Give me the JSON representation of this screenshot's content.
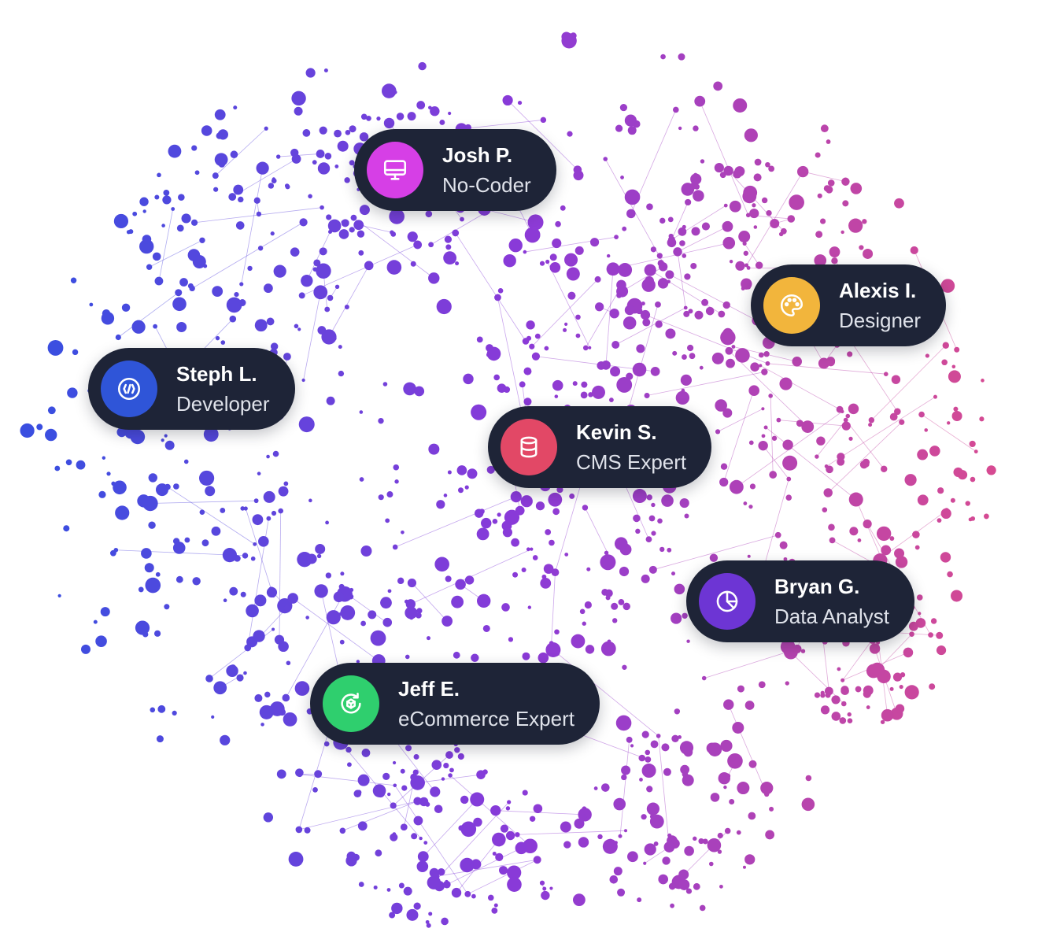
{
  "profiles": [
    {
      "name": "Josh P.",
      "role": "No-Coder",
      "icon": "monitor-icon",
      "color": "#d63fe6"
    },
    {
      "name": "Alexis I.",
      "role": "Designer",
      "icon": "palette-icon",
      "color": "#f2b53c"
    },
    {
      "name": "Steph L.",
      "role": "Developer",
      "icon": "code-icon",
      "color": "#2f55d8"
    },
    {
      "name": "Kevin S.",
      "role": "CMS Expert",
      "icon": "database-icon",
      "color": "#e24866"
    },
    {
      "name": "Bryan G.",
      "role": "Data Analyst",
      "icon": "pie-chart-icon",
      "color": "#6d35d4"
    },
    {
      "name": "Jeff E.",
      "role": "eCommerce Expert",
      "icon": "cube-cycle-icon",
      "color": "#2fcf6e"
    }
  ],
  "network_colors": {
    "left": "#3a4ee0",
    "middle": "#8a3ad8",
    "right": "#d64a92"
  }
}
